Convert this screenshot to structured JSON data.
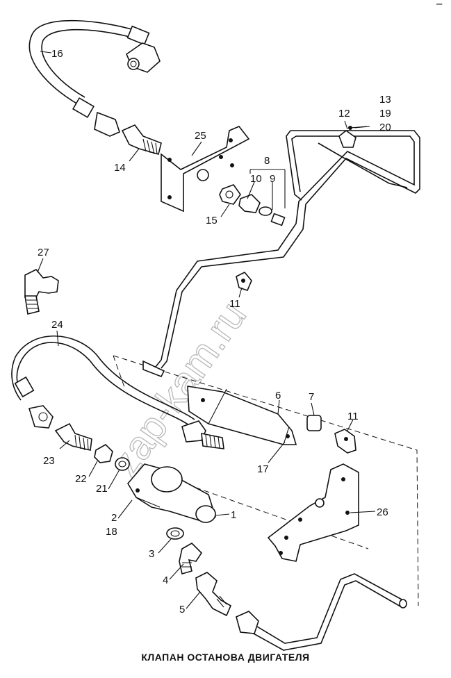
{
  "caption": "КЛАПАН ОСТАНОВА ДВИГАТЕЛЯ",
  "watermark": "zap-kam.ru",
  "corner_mark": "–",
  "callouts": [
    {
      "id": "c16",
      "text": "16"
    },
    {
      "id": "c25",
      "text": "25"
    },
    {
      "id": "c14",
      "text": "14"
    },
    {
      "id": "c13",
      "text": "13"
    },
    {
      "id": "c12",
      "text": "12"
    },
    {
      "id": "c19",
      "text": "19"
    },
    {
      "id": "c20",
      "text": "20"
    },
    {
      "id": "c8",
      "text": "8"
    },
    {
      "id": "c10",
      "text": "10"
    },
    {
      "id": "c9",
      "text": "9"
    },
    {
      "id": "c15",
      "text": "15"
    },
    {
      "id": "c27",
      "text": "27"
    },
    {
      "id": "c11a",
      "text": "11"
    },
    {
      "id": "c24",
      "text": "24"
    },
    {
      "id": "c6",
      "text": "6"
    },
    {
      "id": "c7",
      "text": "7"
    },
    {
      "id": "c11b",
      "text": "11"
    },
    {
      "id": "c17",
      "text": "17"
    },
    {
      "id": "c23",
      "text": "23"
    },
    {
      "id": "c22",
      "text": "22"
    },
    {
      "id": "c21",
      "text": "21"
    },
    {
      "id": "c1",
      "text": "1"
    },
    {
      "id": "c2",
      "text": "2"
    },
    {
      "id": "c18",
      "text": "18"
    },
    {
      "id": "c26",
      "text": "26"
    },
    {
      "id": "c3",
      "text": "3"
    },
    {
      "id": "c4",
      "text": "4"
    },
    {
      "id": "c5",
      "text": "5"
    }
  ]
}
